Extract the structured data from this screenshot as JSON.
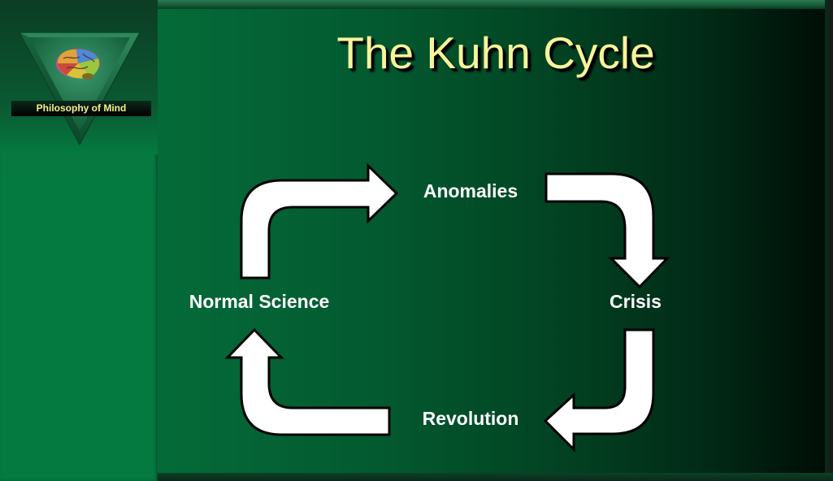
{
  "slide": {
    "title": "The Kuhn Cycle",
    "logo_label": "Philosophy of Mind",
    "logo_icon": "brain-icon"
  },
  "colors": {
    "background_green": "#047a40",
    "title_yellow": "#f6f49a",
    "arrow_fill": "#ffffff"
  },
  "diagram": {
    "nodes": [
      {
        "id": "anomalies",
        "label": "Anomalies"
      },
      {
        "id": "crisis",
        "label": "Crisis"
      },
      {
        "id": "revolution",
        "label": "Revolution"
      },
      {
        "id": "normal-science",
        "label": "Normal Science"
      }
    ],
    "edges": [
      {
        "from": "normal-science",
        "to": "anomalies"
      },
      {
        "from": "anomalies",
        "to": "crisis"
      },
      {
        "from": "crisis",
        "to": "revolution"
      },
      {
        "from": "revolution",
        "to": "normal-science"
      }
    ]
  }
}
